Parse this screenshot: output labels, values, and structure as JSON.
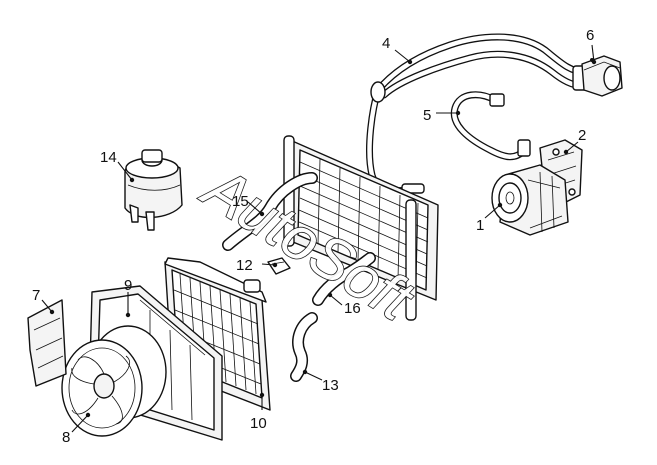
{
  "diagram": {
    "callouts": [
      {
        "id": "1",
        "label": "1"
      },
      {
        "id": "2",
        "label": "2"
      },
      {
        "id": "4",
        "label": "4"
      },
      {
        "id": "5",
        "label": "5"
      },
      {
        "id": "6",
        "label": "6"
      },
      {
        "id": "7",
        "label": "7"
      },
      {
        "id": "8",
        "label": "8"
      },
      {
        "id": "9",
        "label": "9"
      },
      {
        "id": "10",
        "label": "10"
      },
      {
        "id": "12",
        "label": "12"
      },
      {
        "id": "13",
        "label": "13"
      },
      {
        "id": "14",
        "label": "14"
      },
      {
        "id": "15",
        "label": "15"
      },
      {
        "id": "16",
        "label": "16"
      }
    ]
  },
  "watermark": {
    "text": "AutoSoft"
  },
  "colors": {
    "line": "#111111",
    "background": "#ffffff"
  }
}
